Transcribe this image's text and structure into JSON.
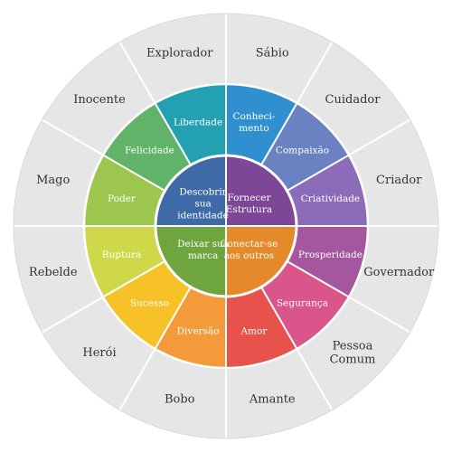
{
  "center": [
    {
      "lines": [
        "Descobrir",
        "sua",
        "identidade"
      ],
      "color": "#3f6aa8"
    },
    {
      "lines": [
        "Fornecer",
        "Estrutura"
      ],
      "color": "#7d4696"
    },
    {
      "lines": [
        "Conectar-se",
        "aos outros"
      ],
      "color": "#e58a2b"
    },
    {
      "lines": [
        "Deixar sua",
        "marca"
      ],
      "color": "#6ea53f"
    }
  ],
  "middle": [
    {
      "lines": [
        "Conheci-",
        "mento"
      ],
      "color": "#2f8fcf"
    },
    {
      "lines": [
        "Compaixão"
      ],
      "color": "#6a82c2"
    },
    {
      "lines": [
        "Criatividade"
      ],
      "color": "#8c6bb8"
    },
    {
      "lines": [
        "Prosperidade"
      ],
      "color": "#a4569e"
    },
    {
      "lines": [
        "Segurança"
      ],
      "color": "#d9558a"
    },
    {
      "lines": [
        "Amor"
      ],
      "color": "#e7524d"
    },
    {
      "lines": [
        "Diversão"
      ],
      "color": "#f39a3a"
    },
    {
      "lines": [
        "Sucesso"
      ],
      "color": "#f6c227"
    },
    {
      "lines": [
        "Ruptura"
      ],
      "color": "#cfd84a"
    },
    {
      "lines": [
        "Poder"
      ],
      "color": "#9dc64f"
    },
    {
      "lines": [
        "Felicidade"
      ],
      "color": "#62b36a"
    },
    {
      "lines": [
        "Liberdade"
      ],
      "color": "#23a1b2"
    }
  ],
  "outer": [
    {
      "lines": [
        "Sábio"
      ]
    },
    {
      "lines": [
        "Cuidador"
      ]
    },
    {
      "lines": [
        "Criador"
      ]
    },
    {
      "lines": [
        "Governador"
      ]
    },
    {
      "lines": [
        "Pessoa",
        "Comum"
      ]
    },
    {
      "lines": [
        "Amante"
      ]
    },
    {
      "lines": [
        "Bobo"
      ]
    },
    {
      "lines": [
        "Herói"
      ]
    },
    {
      "lines": [
        "Rebelde"
      ]
    },
    {
      "lines": [
        "Mago"
      ]
    },
    {
      "lines": [
        "Inocente"
      ]
    },
    {
      "lines": [
        "Explorador"
      ]
    }
  ],
  "colors": {
    "outer_ring": "#e6e6e6",
    "divider": "#ffffff",
    "outer_text": "#333333"
  }
}
